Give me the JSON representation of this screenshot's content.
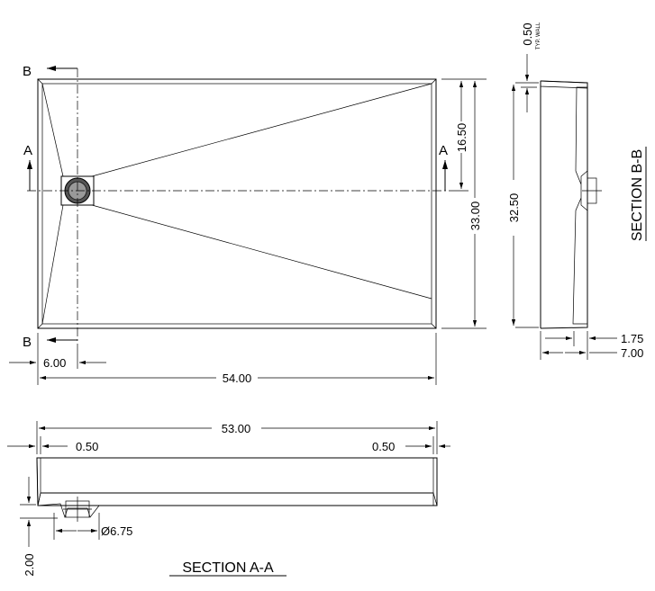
{
  "plan_view": {
    "section_a_label_left": "A",
    "section_a_label_right": "A",
    "section_b_label_top": "B",
    "section_b_label_bottom": "B",
    "dim_half_width": "16.50",
    "dim_width": "33.00",
    "dim_drain_offset": "6.00",
    "dim_length": "54.00"
  },
  "section_b": {
    "title": "SECTION B-B",
    "dim_wall": "0.50",
    "dim_wall_note": "TYP. WALL",
    "dim_inner_width": "32.50",
    "dim_flange": "1.75",
    "dim_height": "7.00"
  },
  "section_a": {
    "title": "SECTION A-A",
    "dim_inner_length": "53.00",
    "dim_wall_left": "0.50",
    "dim_wall_right": "0.50",
    "dim_drain_dia": "Ø6.75",
    "dim_drain_depth": "2.00"
  }
}
